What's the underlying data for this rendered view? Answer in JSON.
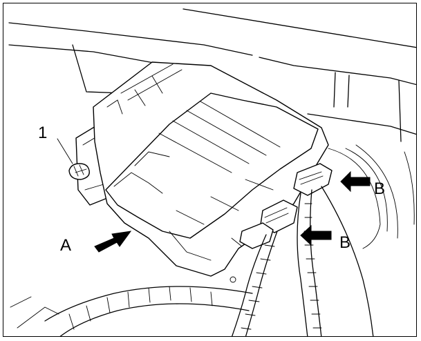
{
  "callouts": {
    "part_number": "1",
    "view_a": "A",
    "connector_b_upper": "B",
    "connector_b_lower": "B"
  },
  "colors": {
    "line": "#000000",
    "background": "#ffffff"
  }
}
